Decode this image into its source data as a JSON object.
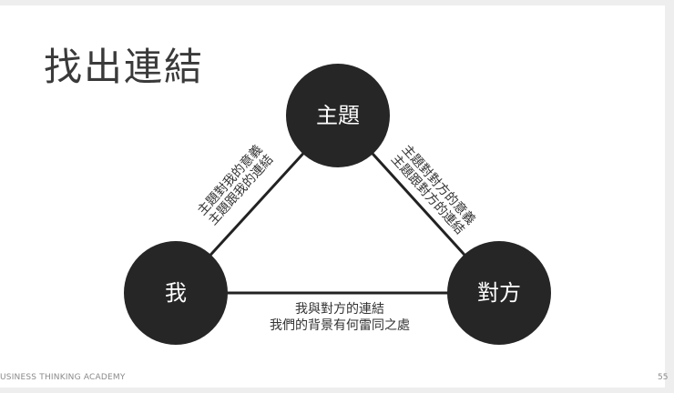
{
  "slide": {
    "title": "找出連結",
    "footer": "USINESS THINKING ACADEMY",
    "page_number": "55"
  },
  "diagram": {
    "nodes": {
      "top": "主題",
      "left": "我",
      "right": "對方"
    },
    "edges": {
      "left_line1": "主題對我的意義",
      "left_line2": "主題跟我的連結",
      "right_line1": "主題對對方的意義",
      "right_line2": "主題跟對方的連結",
      "bottom_line1": "我與對方的連結",
      "bottom_line2": "我們的背景有何雷同之處"
    }
  }
}
